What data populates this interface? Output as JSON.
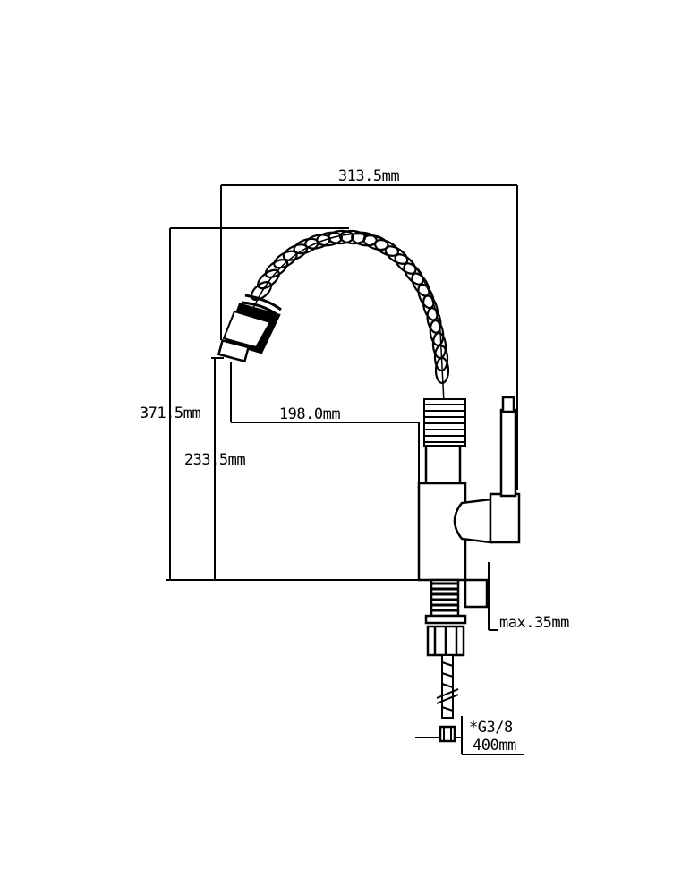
{
  "dimensions": {
    "overall_width": "313.5mm",
    "overall_height": "371.5mm",
    "spout_reach": "198.0mm",
    "outlet_height": "233.5mm",
    "max_deck": "max.35mm",
    "thread": "*G3/8",
    "hose_length": "400mm"
  },
  "colors": {
    "line": "#000000",
    "background": "#ffffff"
  }
}
